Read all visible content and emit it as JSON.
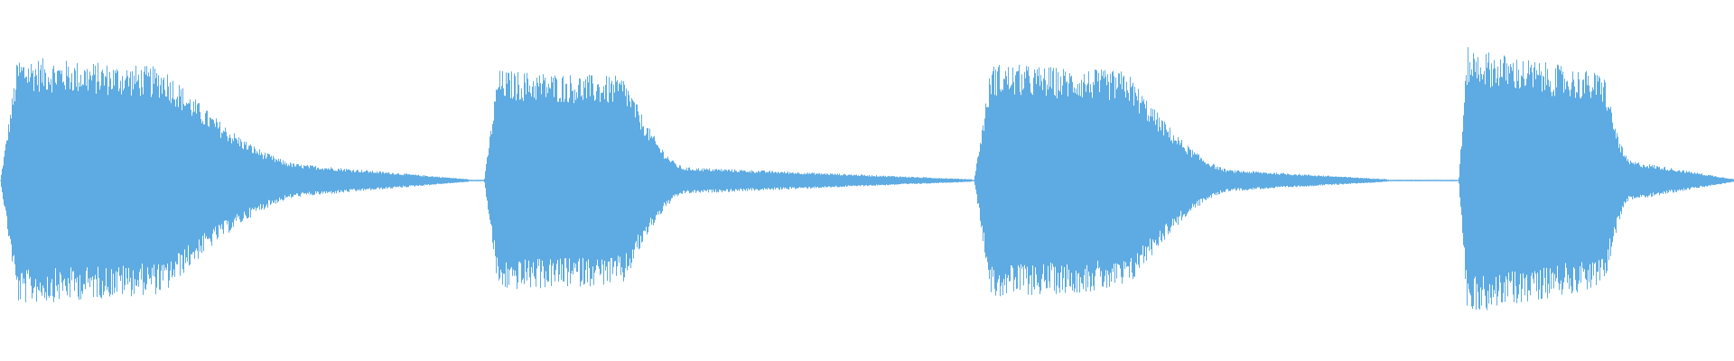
{
  "waveform": {
    "color": "#5dabe2",
    "background": "#ffffff",
    "centerline": 0.5,
    "peak_amplitude": 0.37,
    "segments": [
      {
        "onset": 0.0,
        "attack": 0.01,
        "sustain_end": 0.095,
        "decay_end": 0.175,
        "tail_end": 0.27,
        "peak": 0.93,
        "sustain": 0.85,
        "tail": 0.12
      },
      {
        "onset": 0.279,
        "attack": 0.008,
        "sustain_end": 0.36,
        "decay_end": 0.395,
        "tail_end": 0.56,
        "peak": 0.83,
        "sustain": 0.78,
        "tail": 0.1
      },
      {
        "onset": 0.5615,
        "attack": 0.01,
        "sustain_end": 0.65,
        "decay_end": 0.71,
        "tail_end": 0.8,
        "peak": 0.88,
        "sustain": 0.82,
        "tail": 0.08
      },
      {
        "onset": 0.841,
        "attack": 0.005,
        "sustain_end": 0.925,
        "decay_end": 0.94,
        "tail_end": 1.0,
        "peak": 1.0,
        "sustain": 0.8,
        "tail": 0.15
      }
    ]
  }
}
